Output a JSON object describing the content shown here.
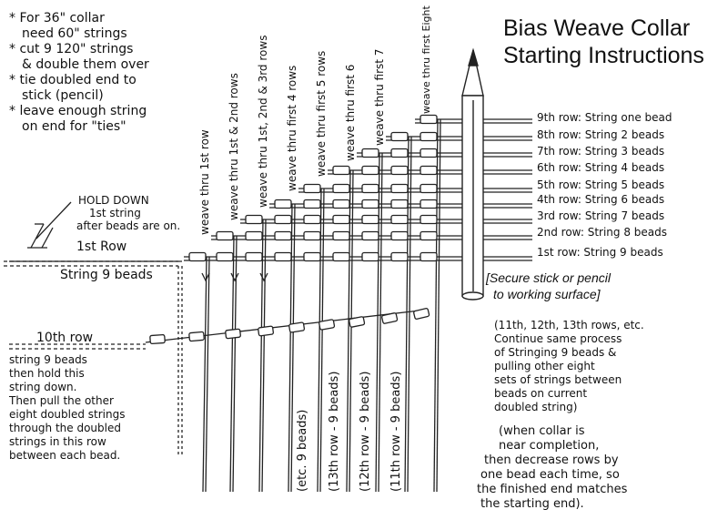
{
  "title": [
    "Bias Weave Collar",
    "Starting Instructions"
  ],
  "top_notes": [
    "* For 36\" collar",
    "need 60\" strings",
    "* cut 9 120\" strings",
    "& double them over",
    "* tie doubled end to",
    "stick (pencil)",
    "* leave enough string",
    "on end for \"ties\""
  ],
  "hold_down": [
    "HOLD DOWN",
    "1st string",
    "after beads are on."
  ],
  "first_row_label": "1st Row",
  "string_9_beads": "String 9 beads",
  "weave_labels": [
    "weave thru 1st row",
    "weave thru 1st & 2nd rows",
    "weave thru 1st, 2nd & 3rd rows",
    "weave thru first 4 rows",
    "weave thru first 5 rows",
    "weave thru first 6",
    "weave thru first 7",
    "weave thru first Eight"
  ],
  "row_labels": [
    "9th row: String one bead",
    "8th row: String 2 beads",
    "7th row: String 3 beads",
    "6th row: String 4 beads",
    "5th row: String 5 beads",
    "4th row: String 6 beads",
    "3rd row: String 7 beads",
    "2nd row: String 8 beads",
    "1st row: String 9 beads"
  ],
  "secure_note": [
    "[Secure stick or pencil",
    "to working surface]"
  ],
  "tenth_row_label": "10th row",
  "tenth_row_note": [
    "string 9 beads",
    "then hold this",
    "string down.",
    "Then pull the other",
    "eight doubled strings",
    "through the doubled",
    "strings in this row",
    "between each bead."
  ],
  "vertical_notes": [
    "(etc. 9 beads)",
    "(13th row - 9 beads)",
    "(12th row - 9 beads)",
    "(11th row - 9 beads)"
  ],
  "continue_note": [
    "(11th, 12th, 13th rows, etc.",
    "Continue same process",
    "of Stringing 9 beads &",
    "pulling other eight",
    "sets of strings between",
    "beads on current",
    "doubled string)"
  ],
  "end_note": [
    "(when collar is",
    "near completion,",
    "then decrease rows by",
    "one bead each time, so",
    "the finished end matches",
    "the starting end)."
  ]
}
